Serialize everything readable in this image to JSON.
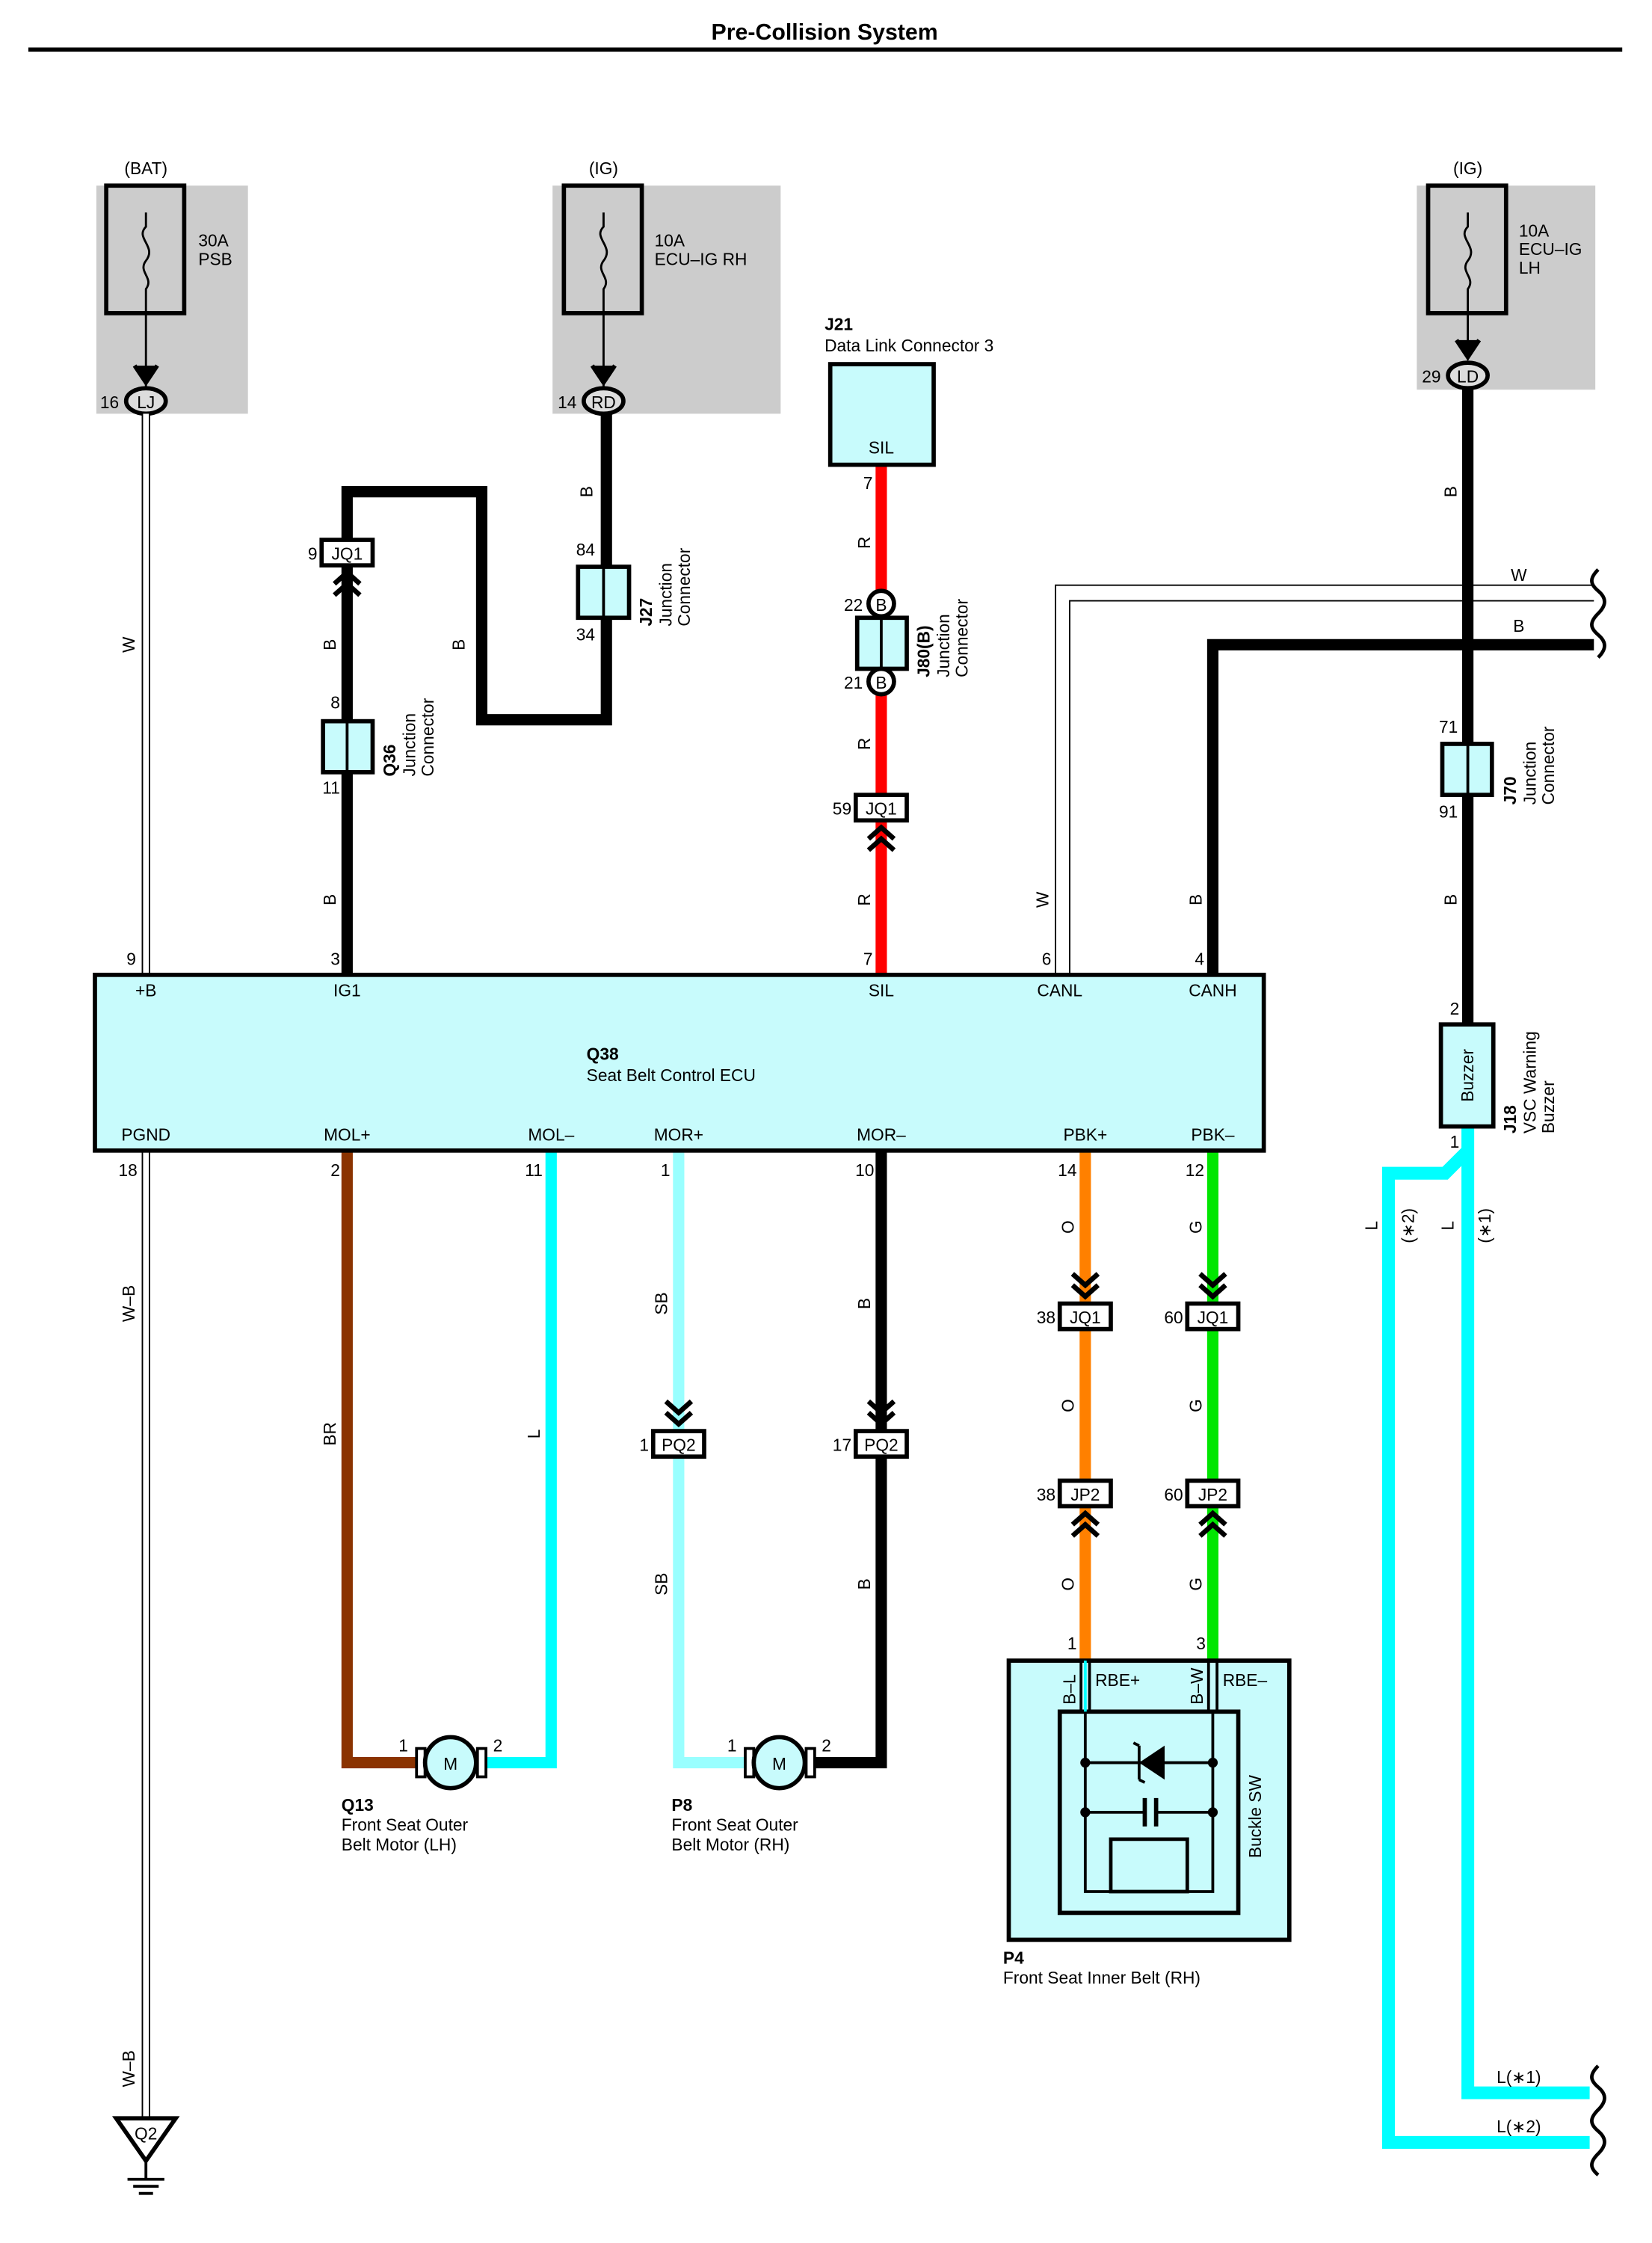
{
  "title": "Pre-Collision System",
  "colors": {
    "connector_fill": "#c8fbfc",
    "fuse_area": "#cccccc",
    "R": "#ff0000",
    "BR": "#8b3300",
    "L": "#00ffff",
    "SB": "#99ffff",
    "O": "#ff8000",
    "G": "#00e600",
    "B": "#000000",
    "W": "#ffffff"
  },
  "fuses": [
    {
      "source": "(BAT)",
      "rating": "30A",
      "name": "PSB",
      "pin": "16",
      "conn": "LJ"
    },
    {
      "source": "(IG)",
      "rating": "10A",
      "name": "ECU–IG RH",
      "pin": "14",
      "conn": "RD"
    },
    {
      "source": "(IG)",
      "rating": "10A",
      "name": "ECU–IG",
      "name2": "LH",
      "pin": "29",
      "conn": "LD"
    }
  ],
  "ecu": {
    "id": "Q38",
    "name": "Seat Belt Control ECU",
    "top_pins": [
      {
        "num": "9",
        "name": "+B"
      },
      {
        "num": "3",
        "name": "IG1"
      },
      {
        "num": "7",
        "name": "SIL"
      },
      {
        "num": "6",
        "name": "CANL"
      },
      {
        "num": "4",
        "name": "CANH"
      }
    ],
    "bottom_pins": [
      {
        "num": "18",
        "name": "PGND"
      },
      {
        "num": "2",
        "name": "MOL+"
      },
      {
        "num": "11",
        "name": "MOL–"
      },
      {
        "num": "1",
        "name": "MOR+"
      },
      {
        "num": "10",
        "name": "MOR–"
      },
      {
        "num": "14",
        "name": "PBK+"
      },
      {
        "num": "12",
        "name": "PBK–"
      }
    ]
  },
  "j21": {
    "id": "J21",
    "name": "Data Link Connector 3",
    "pin_name": "SIL",
    "pin": "7"
  },
  "j80": {
    "id": "J80(B)",
    "name1": "Junction",
    "name2": "Connector",
    "pin_a": "22",
    "pin_b": "21",
    "conn": "B"
  },
  "j27": {
    "id": "J27",
    "name1": "Junction",
    "name2": "Connector",
    "pin_a": "84",
    "pin_b": "34"
  },
  "q36": {
    "id": "Q36",
    "name1": "Junction",
    "name2": "Connector",
    "pin_a": "8",
    "pin_b": "11"
  },
  "j70": {
    "id": "J70",
    "name1": "Junction",
    "name2": "Connector",
    "pin_a": "71",
    "pin_b": "91"
  },
  "j18": {
    "id": "J18",
    "name1": "VSC Warning",
    "name2": "Buzzer",
    "label": "Buzzer",
    "pin_a": "2",
    "pin_b": "1"
  },
  "inline": {
    "jq1_ig": {
      "pin": "9",
      "name": "JQ1"
    },
    "jq1_sil": {
      "pin": "59",
      "name": "JQ1"
    },
    "pq2_a": {
      "pin": "1",
      "name": "PQ2"
    },
    "pq2_b": {
      "pin": "17",
      "name": "PQ2"
    },
    "jq1_o": {
      "pin": "38",
      "name": "JQ1"
    },
    "jq1_g": {
      "pin": "60",
      "name": "JQ1"
    },
    "jp2_o": {
      "pin": "38",
      "name": "JP2"
    },
    "jp2_g": {
      "pin": "60",
      "name": "JP2"
    }
  },
  "q13": {
    "id": "Q13",
    "name1": "Front Seat Outer",
    "name2": "Belt Motor (LH)",
    "pin1": "1",
    "pin2": "2",
    "symbol": "M"
  },
  "p8": {
    "id": "P8",
    "name1": "Front Seat Outer",
    "name2": "Belt Motor (RH)",
    "pin1": "1",
    "pin2": "2",
    "symbol": "M"
  },
  "p4": {
    "id": "P4",
    "name": "Front Seat Inner Belt (RH)",
    "pin1": "1",
    "pin3": "3",
    "rbe_p": "RBE+",
    "rbe_m": "RBE–",
    "wire_bl": "B–L",
    "wire_bw": "B–W",
    "sw": "Buckle SW"
  },
  "ground": {
    "id": "Q2"
  },
  "wire_labels": {
    "W": "W",
    "B": "B",
    "R": "R",
    "WB": "W–B",
    "BR": "BR",
    "L": "L",
    "SB": "SB",
    "O": "O",
    "G": "G",
    "note1": "(∗1)",
    "note2": "(∗2)",
    "L1": "L(∗1)",
    "L2": "L(∗2)"
  }
}
